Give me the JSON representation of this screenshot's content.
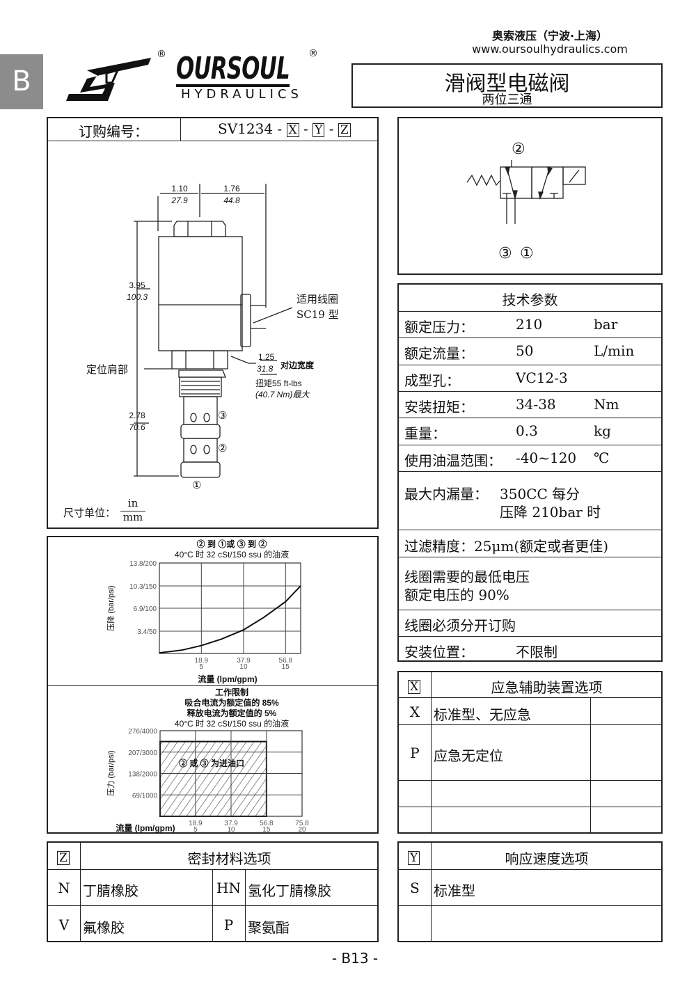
{
  "side_tab": "B",
  "header": {
    "brand": "OURSOUL",
    "brand_sub": "HYDRAULICS",
    "registered": "®",
    "company": "奥索液压（宁波·上海）",
    "website": "www.oursoulhydraulics.com",
    "title": "滑阀型电磁阀",
    "subtitle": "两位三通"
  },
  "order": {
    "label": "订购编号：",
    "model_prefix": "SV1234 -",
    "x": "X",
    "y": "Y",
    "z": "Z",
    "sep": "-",
    "dims": {
      "top_left_in": "1.10",
      "top_left_mm": "27.9",
      "top_right_in": "1.76",
      "top_right_mm": "44.8",
      "height_in": "3.95",
      "height_mm": "100.3",
      "lower_in": "2.78",
      "lower_mm": "70.6",
      "hex_in": "1.25",
      "hex_mm": "31.8",
      "hex_label": "对边宽度",
      "torque_line1": "扭矩55 ft-lbs",
      "torque_line2": "(40.7 Nm)最大",
      "coil_line1": "适用线圈",
      "coil_line2": "SC19 型",
      "shoulder": "定位肩部",
      "port1": "①",
      "port2": "②",
      "port3": "③"
    },
    "unit_label": "尺寸单位：",
    "unit_in": "in",
    "unit_mm": "mm"
  },
  "symbol": {
    "port_top": "②",
    "port_bottom_left": "③",
    "port_bottom_right": "①"
  },
  "tech": {
    "title": "技术参数",
    "rows": [
      {
        "label": "额定压力：",
        "value": "210",
        "unit": "bar"
      },
      {
        "label": "额定流量：",
        "value": "50",
        "unit": "L/min"
      },
      {
        "label": "成型孔：",
        "value": "VC12-3",
        "unit": ""
      },
      {
        "label": "安装扭矩：",
        "value": "34-38",
        "unit": "Nm"
      },
      {
        "label": "重量：",
        "value": "0.3",
        "unit": "kg"
      },
      {
        "label": "使用油温范围：",
        "value": "-40~120",
        "unit": "℃"
      }
    ],
    "leak_label": "最大内漏量：",
    "leak_line1": "350CC 每分",
    "leak_line2": "压降 210bar 时",
    "filter": "过滤精度：25μm(额定或者更佳)",
    "voltage_line1": "线圈需要的最低电压",
    "voltage_line2": "额定电压的 90%",
    "coil_order": "线圈必须分开订购",
    "mount_label": "安装位置：",
    "mount_value": "不限制"
  },
  "chart_data": [
    {
      "type": "line",
      "title_line1": "② 到 ①或 ③ 到  ②",
      "title_line2": "40°C 时 32 cSt/150 ssu 的油液",
      "xlabel": "流量 (lpm/gpm)",
      "ylabel": "压降 (bar/psi)",
      "xlim": [
        0,
        63.6
      ],
      "ylim": [
        0,
        13.8
      ],
      "xticks": [
        {
          "v": 18.9,
          "l1": "18.9",
          "l2": "5"
        },
        {
          "v": 37.9,
          "l1": "37.9",
          "l2": "10"
        },
        {
          "v": 56.8,
          "l1": "56.8",
          "l2": "15"
        }
      ],
      "yticks": [
        {
          "v": 3.4,
          "l": "3.4/50"
        },
        {
          "v": 6.9,
          "l": "6.9/100"
        },
        {
          "v": 10.3,
          "l": "10.3/150"
        },
        {
          "v": 13.8,
          "l": "13.8/200"
        }
      ],
      "x": [
        0,
        10,
        18.9,
        28,
        37.9,
        47,
        56.8,
        63.6
      ],
      "y": [
        0.1,
        0.5,
        1.2,
        2.2,
        3.6,
        5.5,
        7.9,
        10.3
      ]
    },
    {
      "type": "area",
      "title_line1": "工作限制",
      "title_line2": "吸合电流为额定值的 85%",
      "title_line3": "释放电流为额定值的 5%",
      "title_line4": "40°C 时 32 cSt/150 ssu 的油液",
      "xlabel": "流量 (lpm/gpm)",
      "ylabel": "压力 (bar/psi)",
      "region_label": "② 或 ③ 为进油口",
      "xlim": [
        0,
        75.8
      ],
      "ylim": [
        0,
        276
      ],
      "xticks": [
        {
          "v": 18.9,
          "l1": "18.9",
          "l2": "5"
        },
        {
          "v": 37.9,
          "l1": "37.9",
          "l2": "10"
        },
        {
          "v": 56.8,
          "l1": "56.8",
          "l2": "15"
        },
        {
          "v": 75.8,
          "l1": "75.8",
          "l2": "20"
        }
      ],
      "yticks": [
        {
          "v": 69,
          "l": "69/1000"
        },
        {
          "v": 138,
          "l": "138/2000"
        },
        {
          "v": 207,
          "l": "207/3000"
        },
        {
          "v": 276,
          "l": "276/4000"
        }
      ],
      "limit_flow": 56.8,
      "limit_pressure": 241
    }
  ],
  "option_x": {
    "code": "X",
    "title": "应急辅助装置选项",
    "rows": [
      {
        "code": "X",
        "label": "标准型、无应急"
      },
      {
        "code": "P",
        "label": "应急无定位"
      }
    ]
  },
  "option_z": {
    "code": "Z",
    "title": "密封材料选项",
    "rows": [
      {
        "c1": "N",
        "l1": "丁腈橡胶",
        "c2": "HN",
        "l2": "氢化丁腈橡胶"
      },
      {
        "c1": "V",
        "l1": "氟橡胶",
        "c2": "P",
        "l2": "聚氨酯"
      }
    ]
  },
  "option_y": {
    "code": "Y",
    "title": "响应速度选项",
    "rows": [
      {
        "code": "S",
        "label": "标准型"
      }
    ]
  },
  "footer": {
    "page": "- B13 -"
  }
}
